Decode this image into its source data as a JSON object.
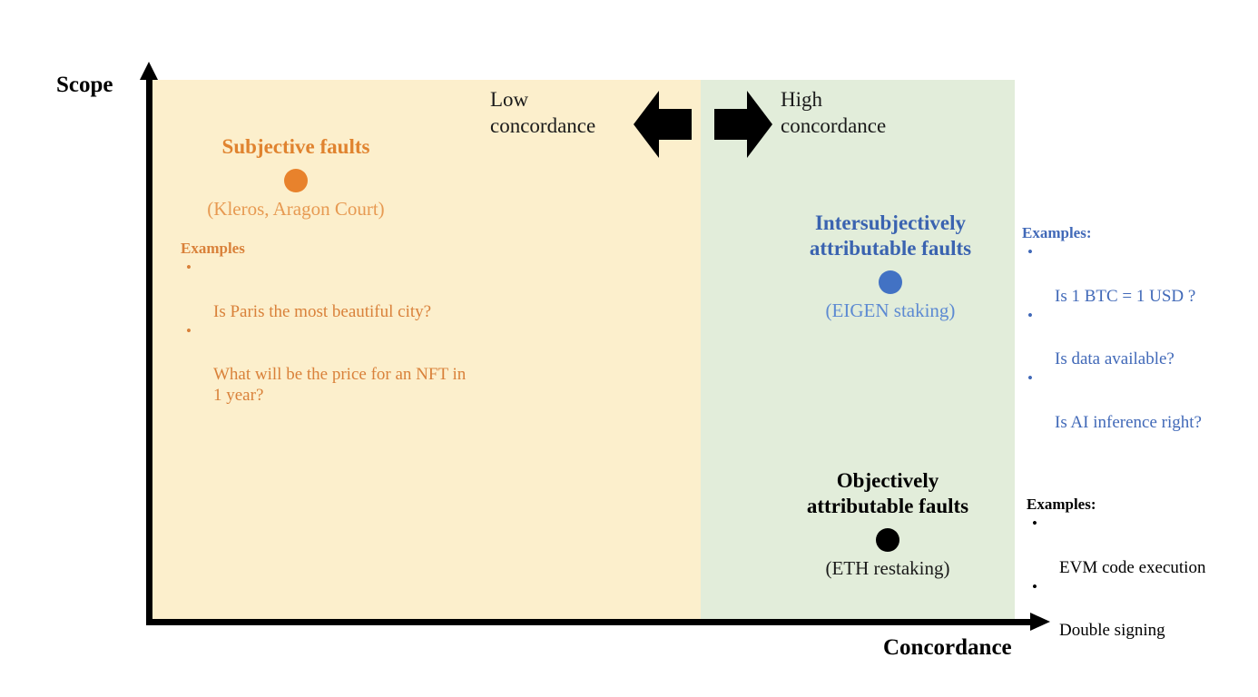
{
  "diagram": {
    "title_axes": {
      "y_label": "Scope",
      "x_label": "Concordance"
    },
    "regions": [
      {
        "name": "low-concordance-region",
        "color": "#FCEFCC",
        "label": "Low\nconcordance"
      },
      {
        "name": "high-concordance-region",
        "color": "#E2EDDA",
        "label": "High\nconcordance"
      }
    ],
    "arrows": [
      {
        "name": "left-arrow",
        "direction": "left",
        "color": "#000000"
      },
      {
        "name": "right-arrow",
        "direction": "right",
        "color": "#000000"
      }
    ],
    "groups": [
      {
        "id": "subjective",
        "title": "Subjective faults",
        "caption": "(Kleros, Aragon Court)",
        "dot_color": "#E8822C",
        "title_color": "#E0832F",
        "caption_color": "#E79A52"
      },
      {
        "id": "intersubjective",
        "title": "Intersubjectively\nattributable faults",
        "caption": "(EIGEN staking)",
        "dot_color": "#4272C4",
        "title_color": "#3A63B0",
        "caption_color": "#5D8AD2"
      },
      {
        "id": "objective",
        "title": "Objectively\nattributable faults",
        "caption": "(ETH restaking)",
        "dot_color": "#000000",
        "title_color": "#000000",
        "caption_color": "#1A1A1A"
      }
    ],
    "examples": [
      {
        "id": "subjective",
        "heading": "Examples",
        "color": "#D9813A",
        "items": [
          "Is Paris the most beautiful city?",
          "What will be the price for an NFT in\n1 year?"
        ]
      },
      {
        "id": "intersubjective",
        "heading": "Examples:",
        "color": "#4169B8",
        "items": [
          "Is 1 BTC = 1 USD ?",
          "Is data available?",
          "Is AI inference right?"
        ]
      },
      {
        "id": "objective",
        "heading": "Examples:",
        "color": "#000000",
        "items": [
          "EVM code execution",
          "Double signing"
        ]
      }
    ],
    "bullet_glyph": "•"
  }
}
